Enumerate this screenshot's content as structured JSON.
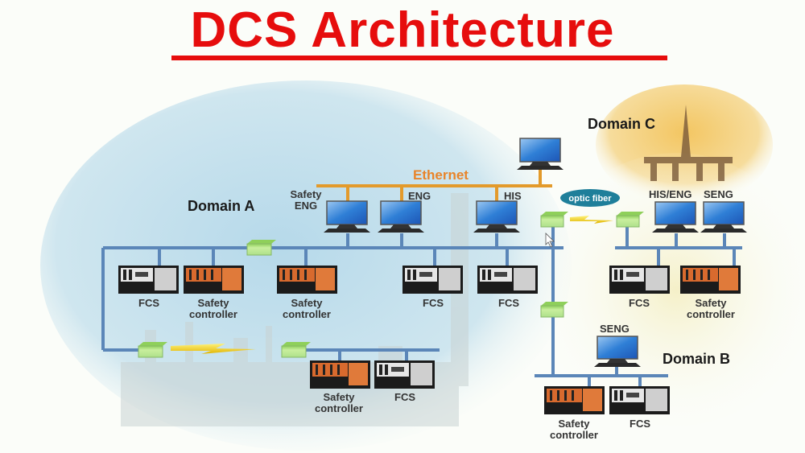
{
  "title": "DCS Architecture",
  "colors": {
    "title": "#e60d0d",
    "ethernet": "#e39a2b",
    "control_bus": "#5b86b8",
    "switch": "#a6dc78",
    "optic_badge": "#1f7f9a",
    "fcs": "#d8d8d8",
    "safety_controller": "#d86a2e"
  },
  "network": {
    "ethernet_label": "Ethernet",
    "optic_label": "optic fiber"
  },
  "domains": {
    "a": "Domain A",
    "b": "Domain B",
    "c": "Domain C"
  },
  "stations": {
    "safety_eng_line1": "Safety",
    "safety_eng_line2": "ENG",
    "eng": "ENG",
    "his": "HIS",
    "his_eng": "HIS/ENG",
    "seng_c": "SENG",
    "seng_b": "SENG"
  },
  "controllers": {
    "fcs": "FCS",
    "safety_line1": "Safety",
    "safety_line2": "controller"
  }
}
